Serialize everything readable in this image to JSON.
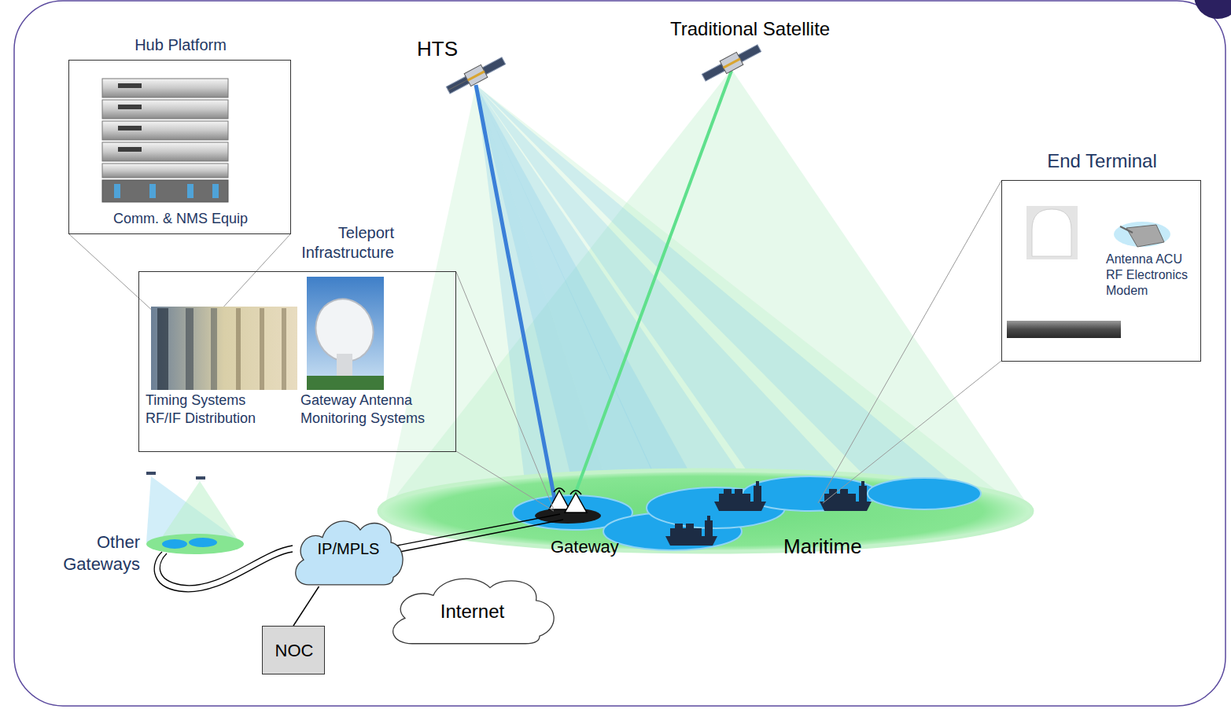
{
  "diagram": {
    "nodes": [
      {
        "text": [
          "Hub Platform",
          "Comm. & NMS Equip"
        ]
      },
      {
        "text": [
          "Teleport Infrastructure",
          "Timing Systems RF/IF Distribution",
          "Gateway Antenna Monitoring Systems"
        ]
      },
      {
        "text": [
          "End Terminal",
          "Antenna ACU RF Electronics Modem"
        ]
      },
      {
        "text": [
          "IP/MPLS"
        ]
      },
      {
        "text": [
          "Internet"
        ]
      },
      {
        "text": [
          "NOC"
        ]
      }
    ],
    "edges": [
      {
        "from": 5,
        "to": 3,
        "arrow": "none"
      }
    ],
    "labels": [
      "HTS",
      "Traditional Satellite",
      "Gateway",
      "Maritime",
      "Other Gateways"
    ]
  }
}
